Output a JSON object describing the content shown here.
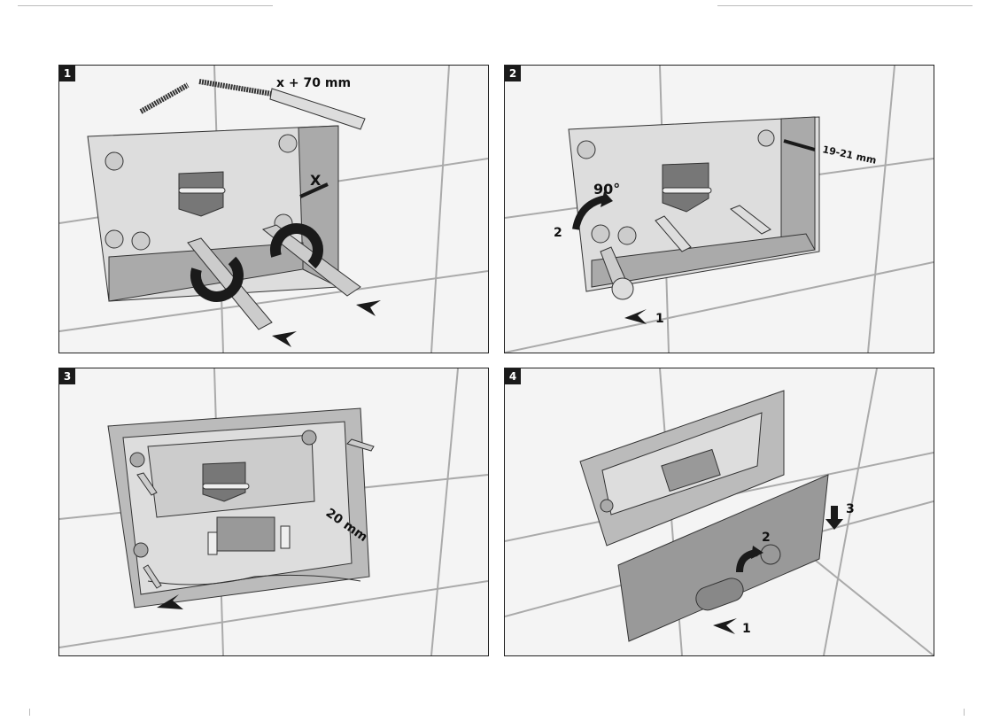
{
  "steps": [
    {
      "number": "1",
      "labels": {
        "length": "x + 70 mm",
        "depth": "X"
      }
    },
    {
      "number": "2",
      "labels": {
        "angle": "90°",
        "turn": "2",
        "push": "1",
        "distance": "19-21 mm"
      }
    },
    {
      "number": "3",
      "labels": {
        "depth": "20 mm"
      }
    },
    {
      "number": "4",
      "labels": {
        "insert": "1",
        "rotate": "2",
        "press": "3"
      }
    }
  ]
}
